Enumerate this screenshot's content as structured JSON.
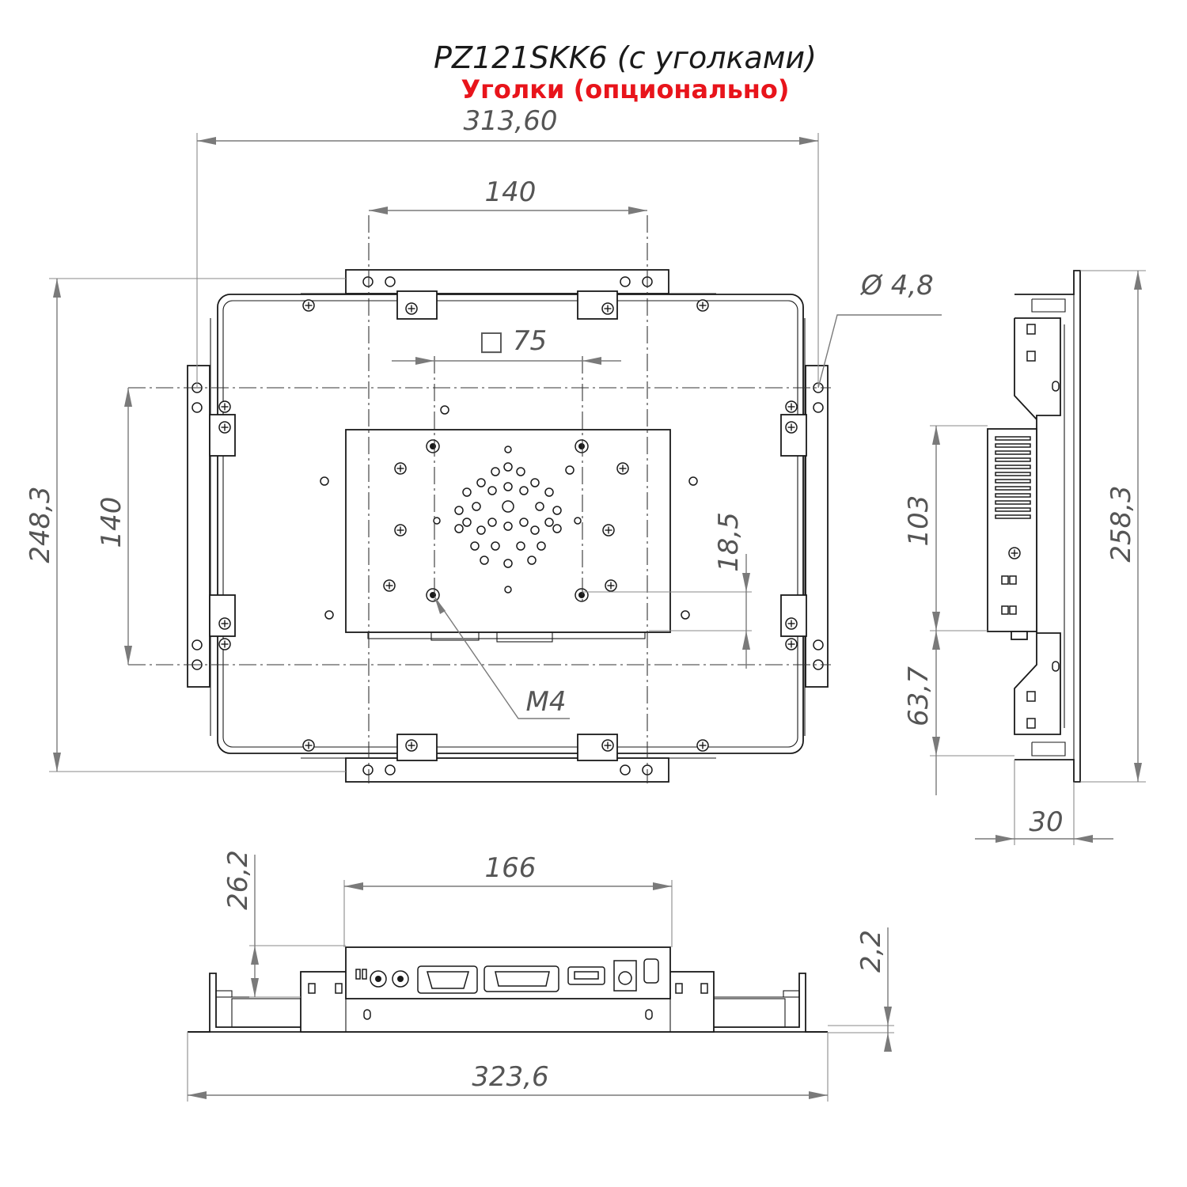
{
  "title": "PZ121SKK6 (с уголками)",
  "note": "Уголки (опционально)",
  "dimensions": {
    "overall_width": "313,60",
    "vesa_horizontal": "140",
    "hole_diameter": "Ø 4,8",
    "vesa_square": "□ 75",
    "overall_height": "248,3",
    "vesa_vertical": "140",
    "offset": "18,5",
    "screw": "M4",
    "side_upper": "103",
    "side_lower": "63,7",
    "side_height": "258,3",
    "depth": "30",
    "bottom_width_inner": "166",
    "bottom_height": "26,2",
    "flange": "2,2",
    "bottom_width_total": "323,6"
  },
  "colors": {
    "note": "#e8141b",
    "line": "#1a1a1a",
    "dimension": "#7a7a7a"
  }
}
